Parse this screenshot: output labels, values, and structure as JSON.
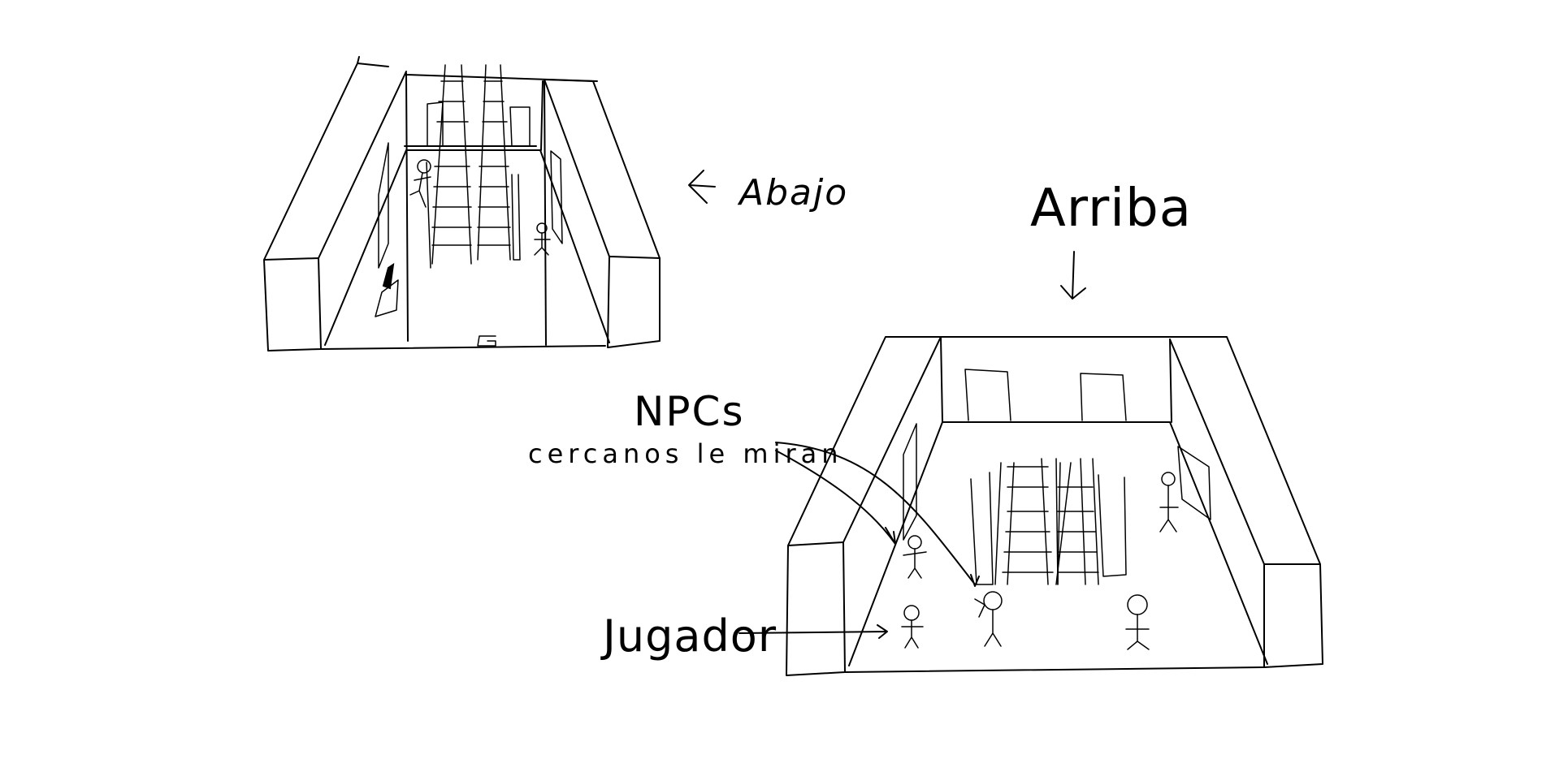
{
  "labels": {
    "abajo": "Abajo",
    "arriba": "Arriba",
    "npcs": "NPCs",
    "cercanos": "cercanos le miran",
    "jugador": "Jugador"
  },
  "colors": {
    "ink": "#000000",
    "background": "#ffffff"
  }
}
